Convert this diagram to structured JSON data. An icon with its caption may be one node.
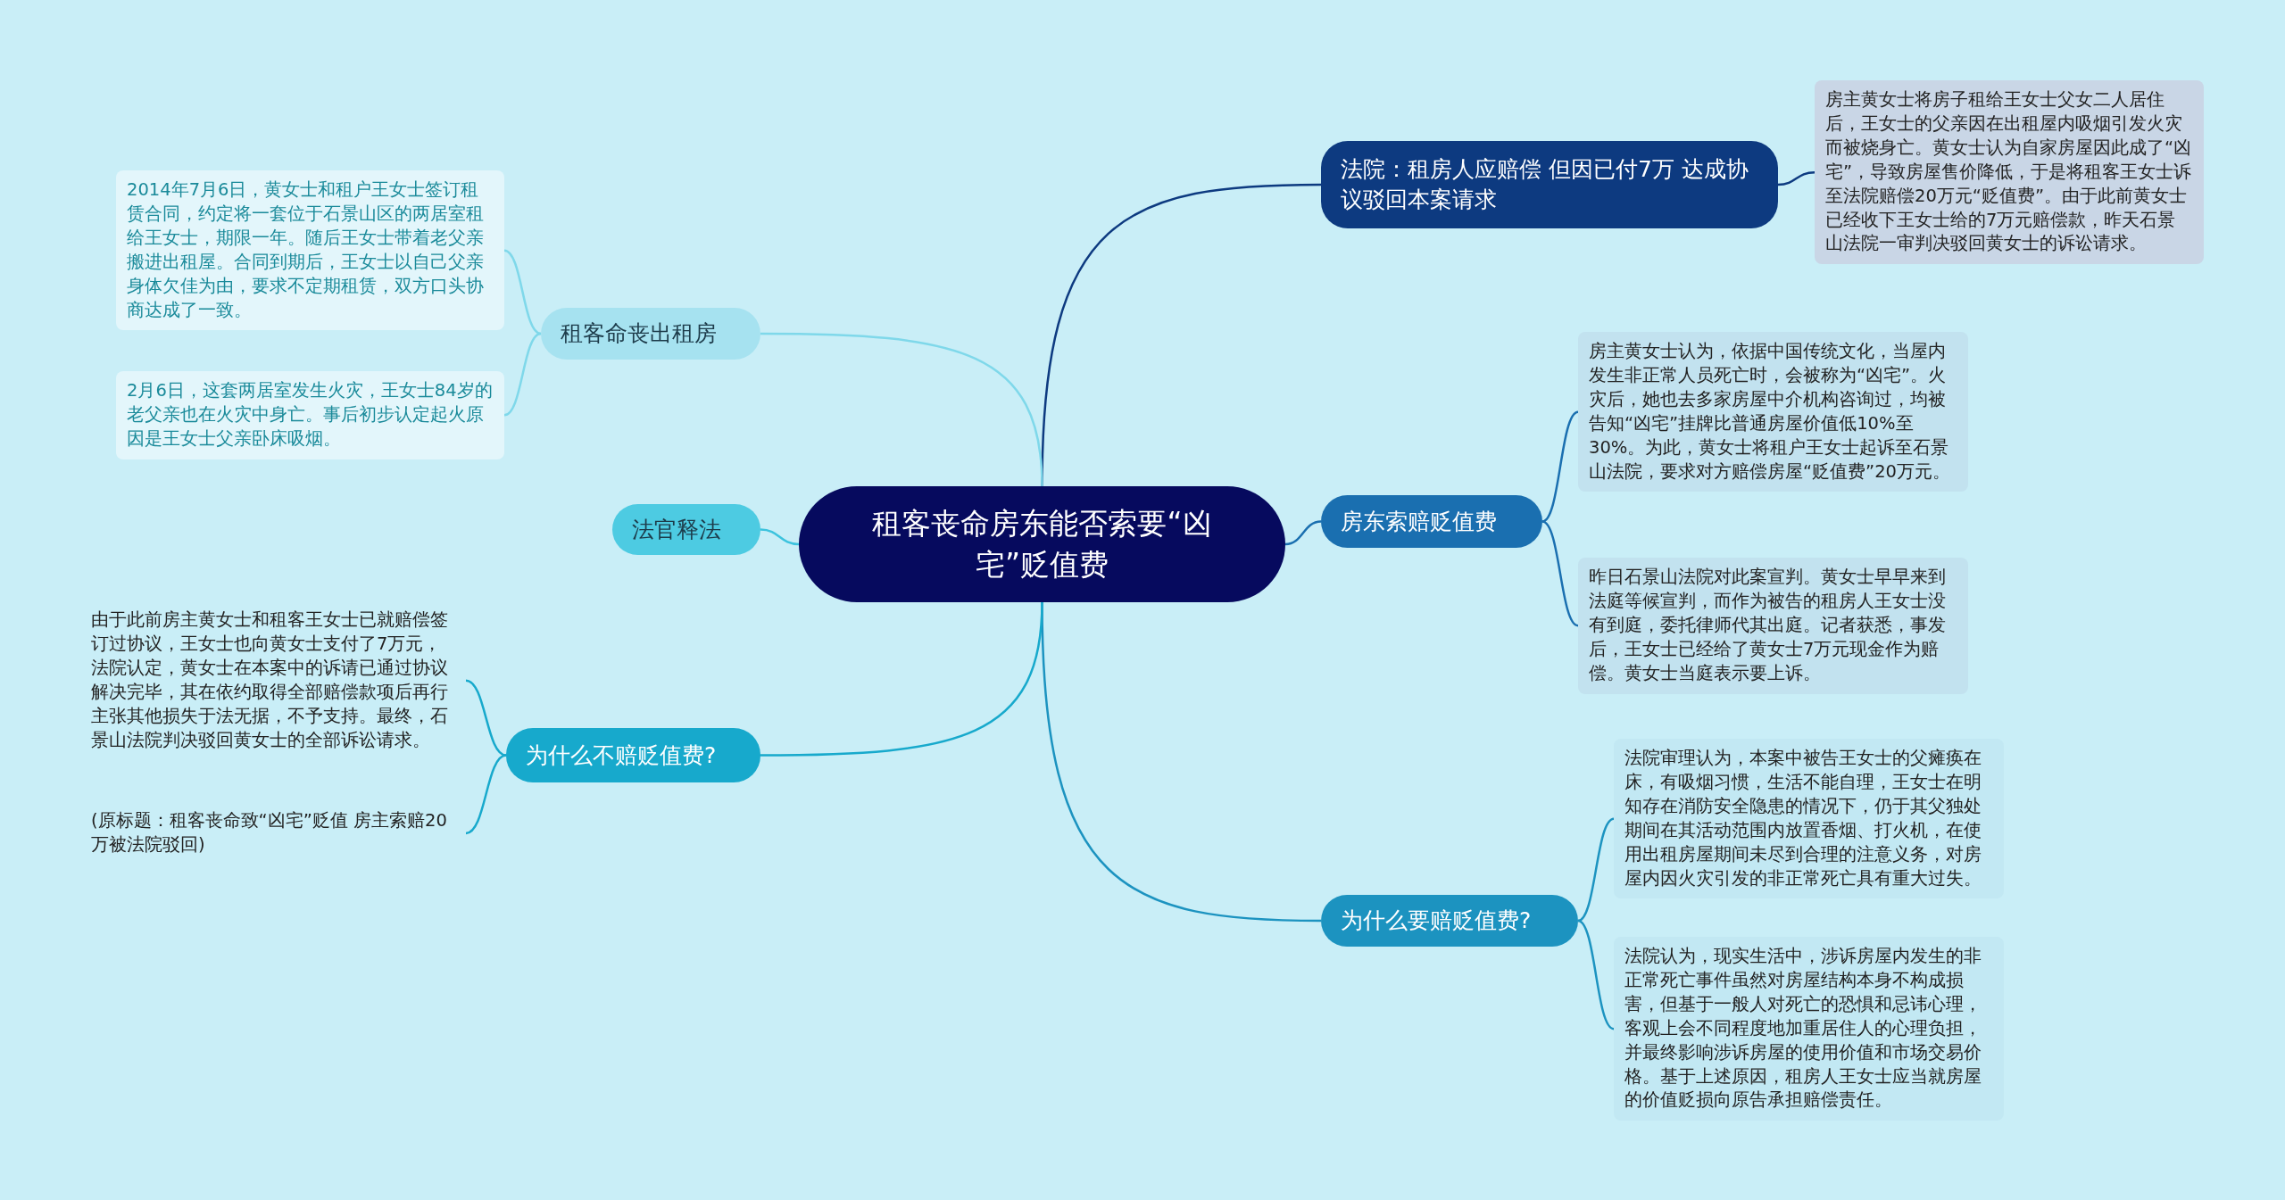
{
  "diagram": {
    "nodes": [
      {
        "text": [
          "租客丧命房东能否索要“凶宅”贬值费"
        ]
      },
      {
        "text": [
          "法院：租房人应赔偿 但因已付7万 达成协议驳回本案请求"
        ]
      },
      {
        "text": [
          "房主黄女士将房子租给王女士父女二人居住后，王女士的父亲因在出租屋内吸烟引发火灾而被烧身亡。黄女士认为自家房屋因此成了“凶宅”，导致房屋售价降低，于是将租客王女士诉至法院赔偿20万元“贬值费”。由于此前黄女士已经收下王女士给的7万元赔偿款，昨天石景山法院一审判决驳回黄女士的诉讼请求。"
        ]
      },
      {
        "text": [
          "房东索赔贬值费"
        ]
      },
      {
        "text": [
          "房主黄女士认为，依据中国传统文化，当屋内发生非正常人员死亡时，会被称为“凶宅”。火灾后，她也去多家房屋中介机构咨询过，均被告知“凶宅”挂牌比普通房屋价值低10%至30%。为此，黄女士将租户王女士起诉至石景山法院，要求对方赔偿房屋“贬值费”20万元。"
        ]
      },
      {
        "text": [
          "昨日石景山法院对此案宣判。黄女士早早来到法庭等候宣判，而作为被告的租房人王女士没有到庭，委托律师代其出庭。记者获悉，事发后，王女士已经给了黄女士7万元现金作为赔偿。黄女士当庭表示要上诉。"
        ]
      },
      {
        "text": [
          "为什么要赔贬值费?"
        ]
      },
      {
        "text": [
          "法院审理认为，本案中被告王女士的父瘫痪在床，有吸烟习惯，生活不能自理，王女士在明知存在消防安全隐患的情况下，仍于其父独处期间在其活动范围内放置香烟、打火机，在使用出租房屋期间未尽到合理的注意义务，对房屋内因火灾引发的非正常死亡具有重大过失。"
        ]
      },
      {
        "text": [
          "法院认为，现实生活中，涉诉房屋内发生的非正常死亡事件虽然对房屋结构本身不构成损害，但基于一般人对死亡的恐惧和忌讳心理，客观上会不同程度地加重居住人的心理负担，并最终影响涉诉房屋的使用价值和市场交易价格。基于上述原因，租房人王女士应当就房屋的价值贬损向原告承担赔偿责任。"
        ]
      },
      {
        "text": [
          "租客命丧出租房"
        ]
      },
      {
        "text": [
          "2014年7月6日，黄女士和租户王女士签订租赁合同，约定将一套位于石景山区的两居室租给王女士，期限一年。随后王女士带着老父亲搬进出租屋。合同到期后，王女士以自己父亲身体欠佳为由，要求不定期租赁，双方口头协商达成了一致。"
        ]
      },
      {
        "text": [
          "2月6日，这套两居室发生火灾，王女士84岁的老父亲也在火灾中身亡。事后初步认定起火原因是王女士父亲卧床吸烟。"
        ]
      },
      {
        "text": [
          "法官释法"
        ]
      },
      {
        "text": [
          "为什么不赔贬值费?"
        ]
      },
      {
        "text": [
          "由于此前房主黄女士和租客王女士已就赔偿签订过协议，王女士也向黄女士支付了7万元，法院认定，黄女士在本案中的诉请已通过协议解决完毕，其在依约取得全部赔偿款项后再行主张其他损失于法无据，不予支持。最终，石景山法院判决驳回黄女士的全部诉讼请求。"
        ]
      },
      {
        "text": [
          "(原标题：租客丧命致“凶宅”贬值 房主索赔20万被法院驳回)"
        ]
      }
    ],
    "edges": [
      {
        "from": 0,
        "to": 1,
        "arrow": "none",
        "color": "#0d3a80"
      },
      {
        "from": 1,
        "to": 2,
        "arrow": "none",
        "color": "#0d3a80"
      },
      {
        "from": 0,
        "to": 3,
        "arrow": "none",
        "color": "#1a6fb0"
      },
      {
        "from": 3,
        "to": 4,
        "arrow": "none",
        "color": "#1a6fb0"
      },
      {
        "from": 3,
        "to": 5,
        "arrow": "none",
        "color": "#1a6fb0"
      },
      {
        "from": 0,
        "to": 6,
        "arrow": "none",
        "color": "#1c93c0"
      },
      {
        "from": 6,
        "to": 7,
        "arrow": "none",
        "color": "#1c93c0"
      },
      {
        "from": 6,
        "to": 8,
        "arrow": "none",
        "color": "#1c93c0"
      },
      {
        "from": 0,
        "to": 9,
        "arrow": "none",
        "color": "#7fd8ea"
      },
      {
        "from": 9,
        "to": 10,
        "arrow": "none",
        "color": "#7fd8ea"
      },
      {
        "from": 9,
        "to": 11,
        "arrow": "none",
        "color": "#7fd8ea"
      },
      {
        "from": 0,
        "to": 12,
        "arrow": "none",
        "color": "#3cc3de"
      },
      {
        "from": 0,
        "to": 13,
        "arrow": "none",
        "color": "#17a9cc"
      },
      {
        "from": 13,
        "to": 14,
        "arrow": "none",
        "color": "#17a9cc"
      },
      {
        "from": 13,
        "to": 15,
        "arrow": "none",
        "color": "#17a9cc"
      }
    ]
  }
}
